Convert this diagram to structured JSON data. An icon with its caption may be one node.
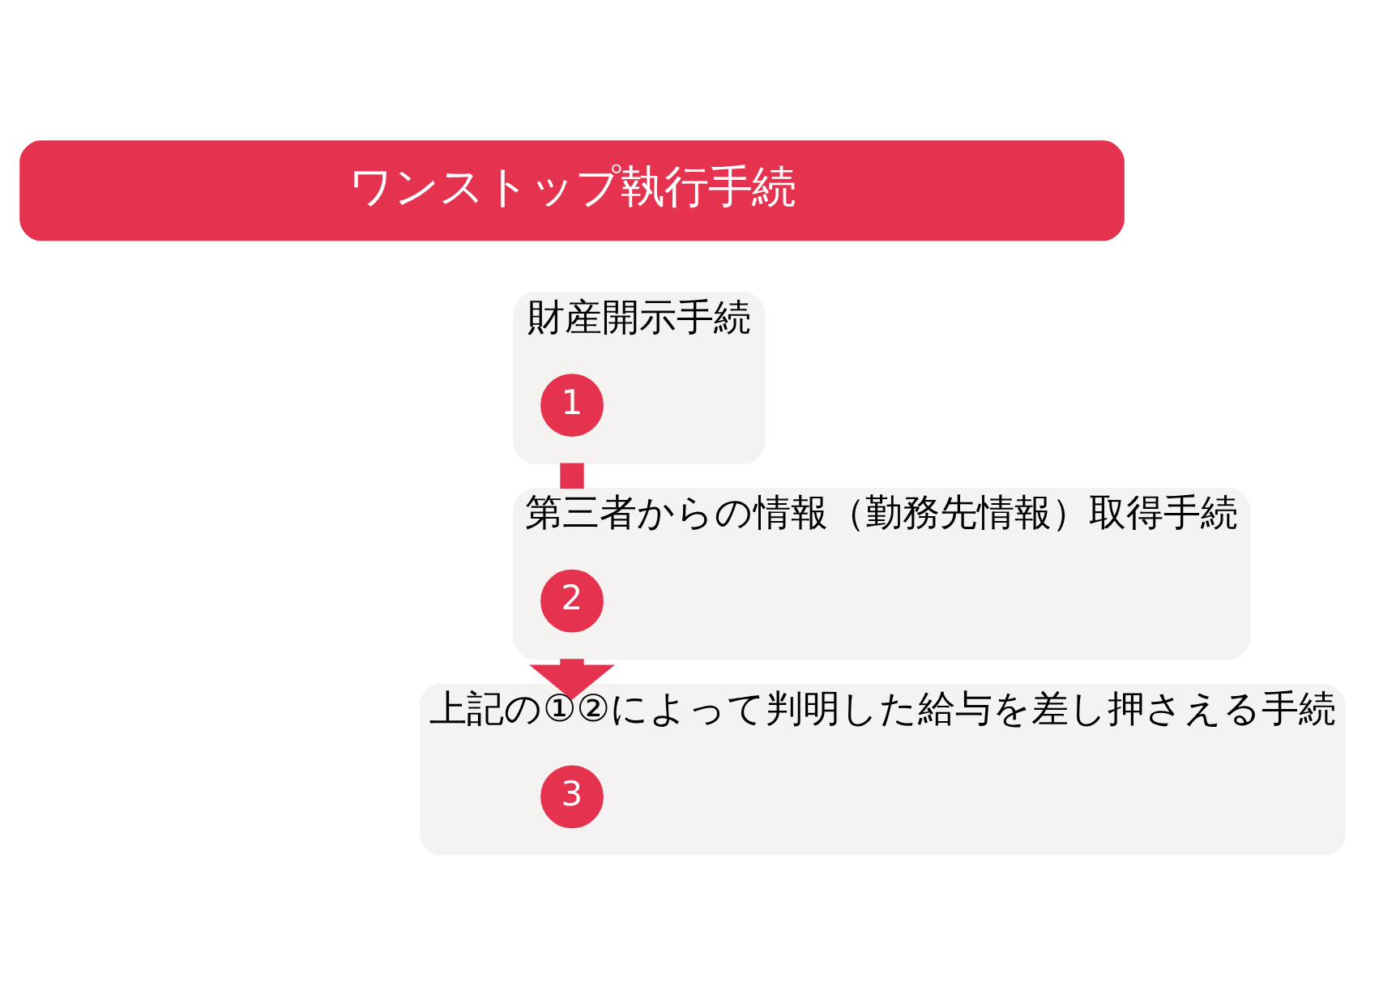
{
  "diagram": {
    "nodes": [
      {
        "text": [
          "ワンストップ執行手続"
        ]
      },
      {
        "text": [
          "財産開示手続"
        ]
      },
      {
        "text": [
          "1"
        ],
        "in": 1
      },
      {
        "text": [
          "第三者からの情報（勤務先情報）取得手続"
        ]
      },
      {
        "text": [
          "2"
        ],
        "in": 3
      },
      {
        "text": [
          "上記の①②によって判明した給与を差し押さえる手続"
        ]
      },
      {
        "text": [
          "3"
        ],
        "in": 5
      }
    ],
    "edges": [
      {
        "from": 1,
        "to": 3,
        "arrow": "none"
      },
      {
        "from": 3,
        "to": 5,
        "arrow": "to"
      }
    ]
  }
}
